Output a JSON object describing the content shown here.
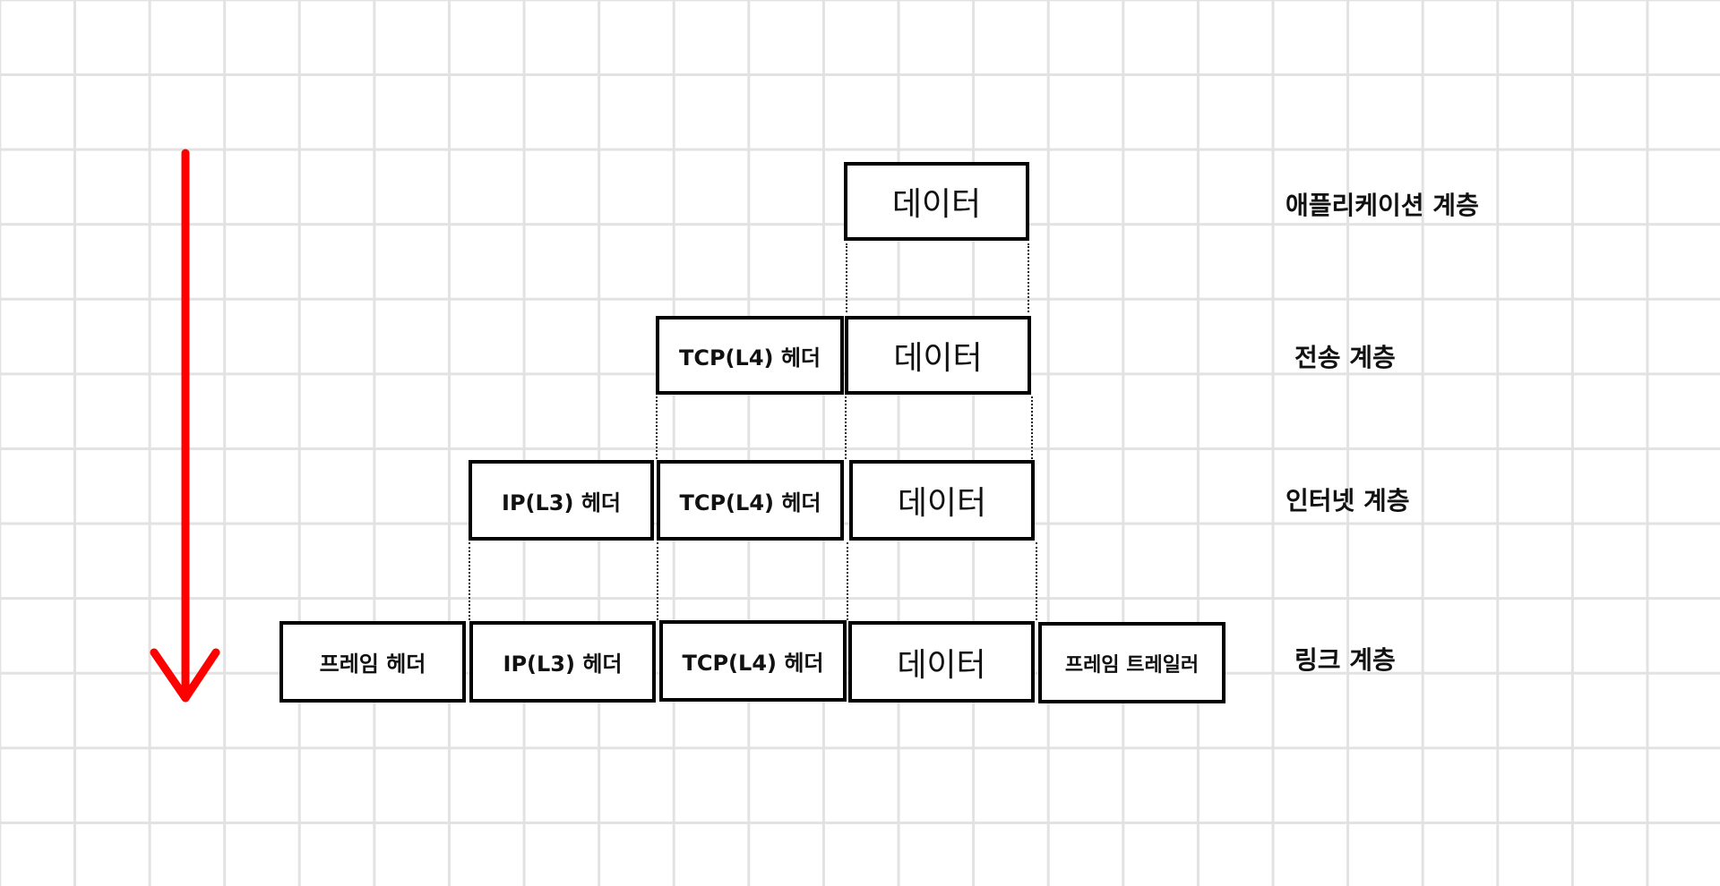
{
  "colors": {
    "arrow": "#ff0000",
    "grid": "#e2e2e2",
    "ink": "#000000"
  },
  "layers": {
    "application": {
      "label": "애플리케이션 계층",
      "data": "데이터"
    },
    "transport": {
      "label": "전송 계층",
      "tcp": "TCP(L4) 헤더",
      "data": "데이터"
    },
    "internet": {
      "label": "인터넷 계층",
      "ip": "IP(L3) 헤더",
      "tcp": "TCP(L4) 헤더",
      "data": "데이터"
    },
    "link": {
      "label": "링크 계층",
      "frame_header": "프레임 헤더",
      "ip": "IP(L3) 헤더",
      "tcp": "TCP(L4) 헤더",
      "data": "데이터",
      "frame_trailer": "프레임 트레일러"
    }
  }
}
